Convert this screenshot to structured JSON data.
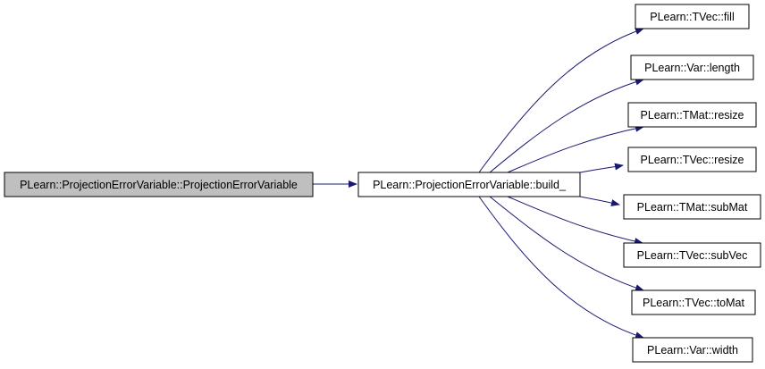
{
  "graph": {
    "root": {
      "id": "root",
      "label": "PLearn::ProjectionErrorVariable::ProjectionErrorVariable",
      "highlighted": true
    },
    "middle": {
      "id": "build",
      "label": "PLearn::ProjectionErrorVariable::build_"
    },
    "callees": [
      {
        "id": "tvec-fill",
        "label": "PLearn::TVec::fill"
      },
      {
        "id": "var-length",
        "label": "PLearn::Var::length"
      },
      {
        "id": "tmat-resize",
        "label": "PLearn::TMat::resize"
      },
      {
        "id": "tvec-resize",
        "label": "PLearn::TVec::resize"
      },
      {
        "id": "tmat-submat",
        "label": "PLearn::TMat::subMat"
      },
      {
        "id": "tvec-subvec",
        "label": "PLearn::TVec::subVec"
      },
      {
        "id": "tvec-tomat",
        "label": "PLearn::TVec::toMat"
      },
      {
        "id": "var-width",
        "label": "PLearn::Var::width"
      }
    ],
    "colors": {
      "edge": "#191970",
      "node_border": "#000000",
      "node_fill": "#ffffff",
      "highlight_fill": "#bfbfbf",
      "text": "#000000"
    }
  }
}
